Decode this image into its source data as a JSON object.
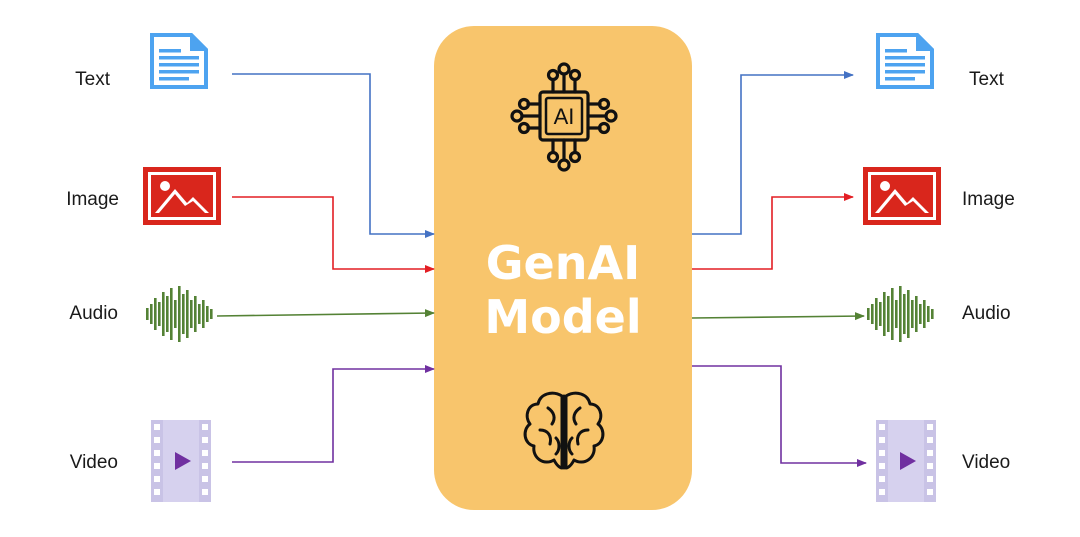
{
  "inputs": [
    {
      "label": "Text",
      "icon": "document-icon",
      "color": "#4472c4"
    },
    {
      "label": "Image",
      "icon": "image-icon",
      "color": "#e31e24"
    },
    {
      "label": "Audio",
      "icon": "audio-waveform-icon",
      "color": "#548235"
    },
    {
      "label": "Video",
      "icon": "video-film-icon",
      "color": "#7030a0"
    }
  ],
  "outputs": [
    {
      "label": "Text",
      "icon": "document-icon"
    },
    {
      "label": "Image",
      "icon": "image-icon"
    },
    {
      "label": "Audio",
      "icon": "audio-waveform-icon"
    },
    {
      "label": "Video",
      "icon": "video-film-icon"
    }
  ],
  "model": {
    "title_line1": "GenAI",
    "title_line2": "Model",
    "chip_text": "AI",
    "top_icon": "ai-chip-icon",
    "bottom_icon": "brain-icon",
    "fill": "#f8c56c"
  },
  "colors": {
    "document": "#4da3f0",
    "image": "#d9261c",
    "audio": "#548235",
    "video_strip": "#c9c3e6",
    "video_play": "#7030a0"
  }
}
